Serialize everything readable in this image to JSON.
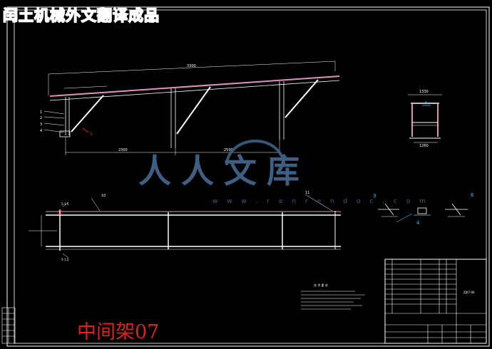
{
  "banner": {
    "text": "闰土机械外文翻译成品"
  },
  "caption": {
    "text": "中间架07"
  },
  "watermark": {
    "logo": "人人文库",
    "url": "w w w . r e n r e n d o c . c o m"
  },
  "side_view": {
    "top_dimension": "3300",
    "bottom_dimensions": [
      "2300",
      "2500"
    ],
    "part_labels": [
      "1",
      "2",
      "3",
      "4"
    ],
    "callout": "5"
  },
  "plan_view": {
    "callouts": [
      "10",
      "11"
    ],
    "notes": [
      "5-1.5",
      "5-1.5"
    ]
  },
  "section_view": {
    "top_dimension": "1330",
    "bottom_dimension": "1260",
    "callout": "6"
  },
  "detail_callouts": [
    "3",
    "4",
    "6"
  ],
  "tech_notes": {
    "title": "技 术 要 求"
  },
  "title_block": {
    "drawing_no": "ZJ07-00"
  },
  "colors": {
    "line": "#ffffff",
    "part": "#e090c0",
    "callout": "#30c0ff",
    "accent": "#e2201c",
    "logo": "#3e5f84"
  }
}
